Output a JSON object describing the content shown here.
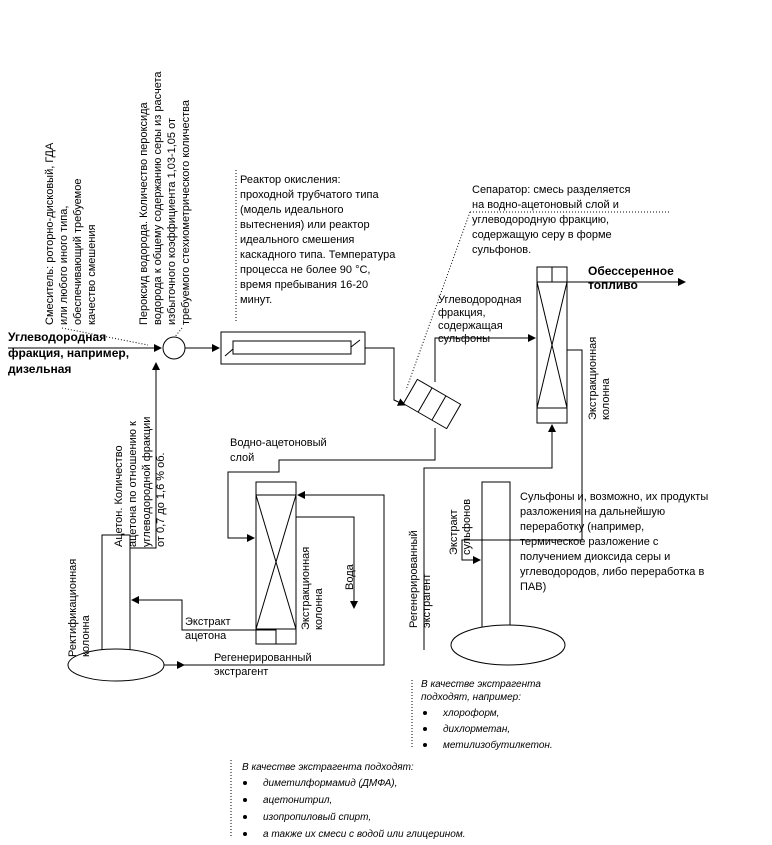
{
  "mixer_note": [
    "Смеситель: роторно-дисковый, ГДА",
    "или любого иного типа,",
    "обеспечивающий требуемое",
    "качество смешения"
  ],
  "peroxide_note": [
    "Пероксид    водорода.    Количество    пероксида",
    "водорода к общему содержанию серы из расчета",
    "избыточного    коэффициента    1,03-1,05    от",
    "требуемого стехиометрического количества"
  ],
  "reactor_note": [
    "Реактор окисления:",
    "проходной трубчатого типа",
    "(модель идеального",
    "вытеснения) или реактор",
    "идеального смешения",
    "каскадного типа. Температура",
    "процесса не более 90 °С,",
    "время пребывания 16-20",
    "минут."
  ],
  "separator_note": [
    "Сепаратор: смесь разделяется",
    "на водно-ацетоновый слой и",
    "углеводородную          фракцию,",
    "содержащую серу в форме",
    "сульфонов."
  ],
  "output_label": [
    "Обессеренное",
    "топливо"
  ],
  "feed_label": [
    "Углеводородная",
    "фракция,  например,",
    "дизельная"
  ],
  "hc_fraction_label": [
    "Углеводородная",
    "фракция,",
    "содержащая",
    "сульфоны"
  ],
  "extraction_col_label": [
    "Экстракционная",
    "колонна"
  ],
  "water_acetone_label": [
    "Водно-ацетоновый",
    "слой"
  ],
  "acetone_note": [
    "Ацетон. Количество",
    "ацетона по отношению к",
    "углеводородной фракции",
    "от 0,7 до 1,6 % об."
  ],
  "water_label": "Вода",
  "rect_col_label": [
    "Ректификационная",
    "колонна"
  ],
  "acetone_extract_label": [
    "Экстракт",
    "ацетона"
  ],
  "regen_extractant_label": [
    "Регенерированный",
    "экстрагент"
  ],
  "regen_vertical_label": [
    "Регенерированный",
    "экстрагент"
  ],
  "sulfone_extract_label": [
    "Экстракт",
    "сульфонов"
  ],
  "sulfone_note": [
    "Сульфоны и, возможно, их продукты",
    "разложения на дальнейшую",
    "переработку (например,",
    "термическое разложение с",
    "получением диоксида серы и",
    "углеводородов, либо переработка в",
    "ПАВ)"
  ],
  "extractant_list_1": {
    "title": [
      "В качестве экстрагента",
      "подходят, например:"
    ],
    "items": [
      "хлороформ,",
      "дихлорметан,",
      "метилизобутилкетон."
    ]
  },
  "extractant_list_2": {
    "title": "В качестве экстрагента подходят:",
    "items": [
      "диметилформамид (ДМФА),",
      "ацетонитрил,",
      "изопропиловый спирт,",
      "а также их смеси с водой или глицерином."
    ]
  }
}
